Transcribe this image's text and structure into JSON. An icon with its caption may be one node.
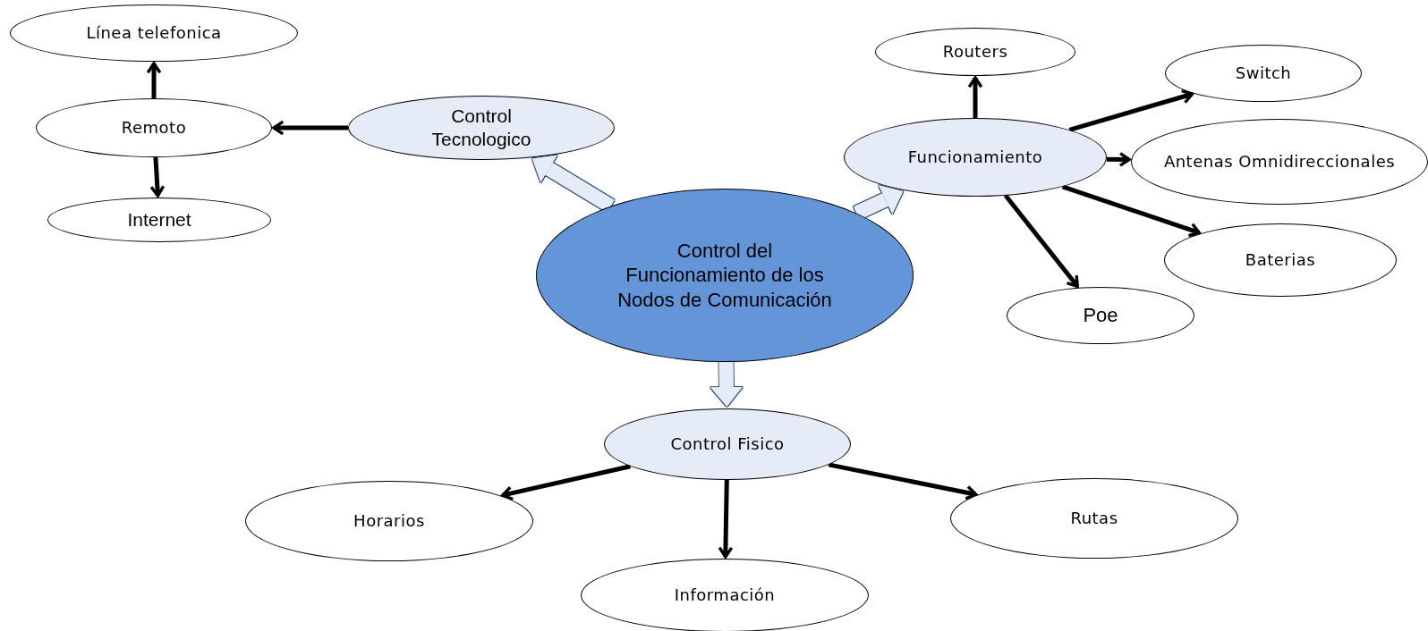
{
  "diagram": {
    "nodes": [
      {
        "text": [
          "Control  del Funcionamiento de los Nodos de Comunicación"
        ]
      },
      {
        "text": [
          "Control Tecnologico"
        ]
      },
      {
        "text": [
          "Remoto"
        ]
      },
      {
        "text": [
          "Línea telefonica"
        ]
      },
      {
        "text": [
          "Internet"
        ]
      },
      {
        "text": [
          "Funcionamiento"
        ]
      },
      {
        "text": [
          "Routers"
        ]
      },
      {
        "text": [
          "Switch"
        ]
      },
      {
        "text": [
          "Antenas Omnidireccionales"
        ]
      },
      {
        "text": [
          "Baterias"
        ]
      },
      {
        "text": [
          "Poe"
        ]
      },
      {
        "text": [
          "Control Fisico"
        ]
      },
      {
        "text": [
          "Horarios"
        ]
      },
      {
        "text": [
          "Información"
        ]
      },
      {
        "text": [
          "Rutas"
        ]
      }
    ],
    "edges": [
      {
        "from": 0,
        "to": 1,
        "arrow": "to",
        "style": "thick",
        "color": "#e6ecf7"
      },
      {
        "from": 0,
        "to": 5,
        "arrow": "to",
        "style": "thick",
        "color": "#e6ecf7"
      },
      {
        "from": 0,
        "to": 11,
        "arrow": "to",
        "style": "thick",
        "color": "#e6ecf7"
      },
      {
        "from": 1,
        "to": 2,
        "arrow": "to"
      },
      {
        "from": 2,
        "to": 3,
        "arrow": "to"
      },
      {
        "from": 2,
        "to": 4,
        "arrow": "to"
      },
      {
        "from": 5,
        "to": 6,
        "arrow": "to"
      },
      {
        "from": 5,
        "to": 7,
        "arrow": "to"
      },
      {
        "from": 5,
        "to": 8,
        "arrow": "to"
      },
      {
        "from": 5,
        "to": 9,
        "arrow": "to"
      },
      {
        "from": 5,
        "to": 10,
        "arrow": "to"
      },
      {
        "from": 11,
        "to": 12,
        "arrow": "to"
      },
      {
        "from": 11,
        "to": 13,
        "arrow": "to"
      },
      {
        "from": 11,
        "to": 14,
        "arrow": "to"
      }
    ]
  }
}
